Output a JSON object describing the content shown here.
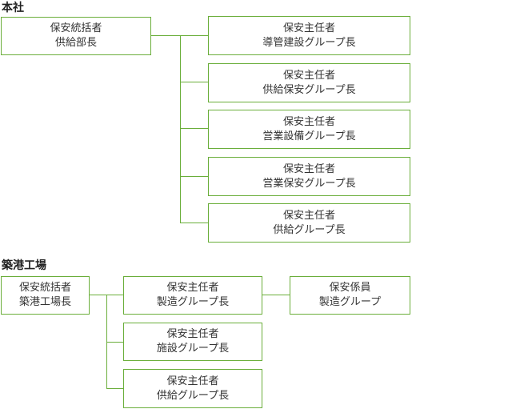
{
  "sections": {
    "honsha": {
      "title": "本社",
      "head": {
        "line1": "保安統括者",
        "line2": "供給部長"
      },
      "children": [
        {
          "line1": "保安主任者",
          "line2": "導管建設グループ長"
        },
        {
          "line1": "保安主任者",
          "line2": "供給保安グループ長"
        },
        {
          "line1": "保安主任者",
          "line2": "営業設備グループ長"
        },
        {
          "line1": "保安主任者",
          "line2": "営業保安グループ長"
        },
        {
          "line1": "保安主任者",
          "line2": "供給グループ長"
        }
      ]
    },
    "tsukiko": {
      "title": "築港工場",
      "head": {
        "line1": "保安統括者",
        "line2": "築港工場長"
      },
      "children": [
        {
          "line1": "保安主任者",
          "line2": "製造グループ長"
        },
        {
          "line1": "保安主任者",
          "line2": "施設グループ長"
        },
        {
          "line1": "保安主任者",
          "line2": "供給グループ長"
        }
      ],
      "sub": {
        "line1": "保安係員",
        "line2": "製造グループ"
      }
    }
  },
  "colors": {
    "border": "#6aae3a",
    "text": "#333333"
  }
}
